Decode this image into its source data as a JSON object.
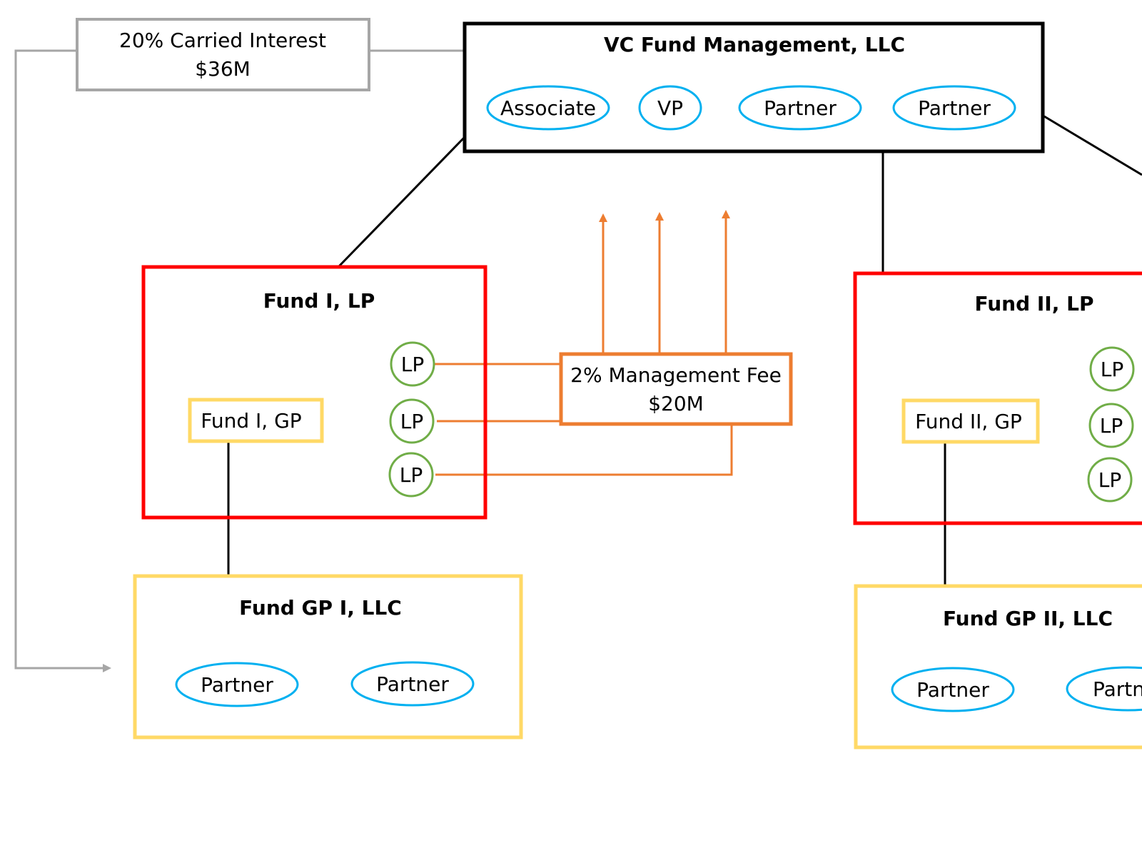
{
  "colors": {
    "black": "#000000",
    "gray": "#a6a6a6",
    "red": "#ff0000",
    "yellow": "#ffd966",
    "orange": "#ed7d31",
    "blue": "#00b0f0",
    "green": "#70ad47"
  },
  "carried_interest": {
    "line1": "20% Carried Interest",
    "line2": "$36M"
  },
  "management": {
    "title": "VC Fund Management, LLC",
    "roles": [
      "Associate",
      "VP",
      "Partner",
      "Partner"
    ]
  },
  "fund1": {
    "title": "Fund I, LP",
    "gp_label": "Fund I, GP",
    "lps": [
      "LP",
      "LP",
      "LP"
    ]
  },
  "fee": {
    "line1": "2% Management Fee",
    "line2": "$20M"
  },
  "fund2": {
    "title": "Fund II, LP",
    "gp_label": "Fund II, GP",
    "lps": [
      "LP",
      "LP",
      "LP"
    ]
  },
  "gp1": {
    "title": "Fund GP I, LLC",
    "partners": [
      "Partner",
      "Partner"
    ]
  },
  "gp2": {
    "title": "Fund GP II, LLC",
    "partners": [
      "Partner",
      "Partn"
    ]
  }
}
